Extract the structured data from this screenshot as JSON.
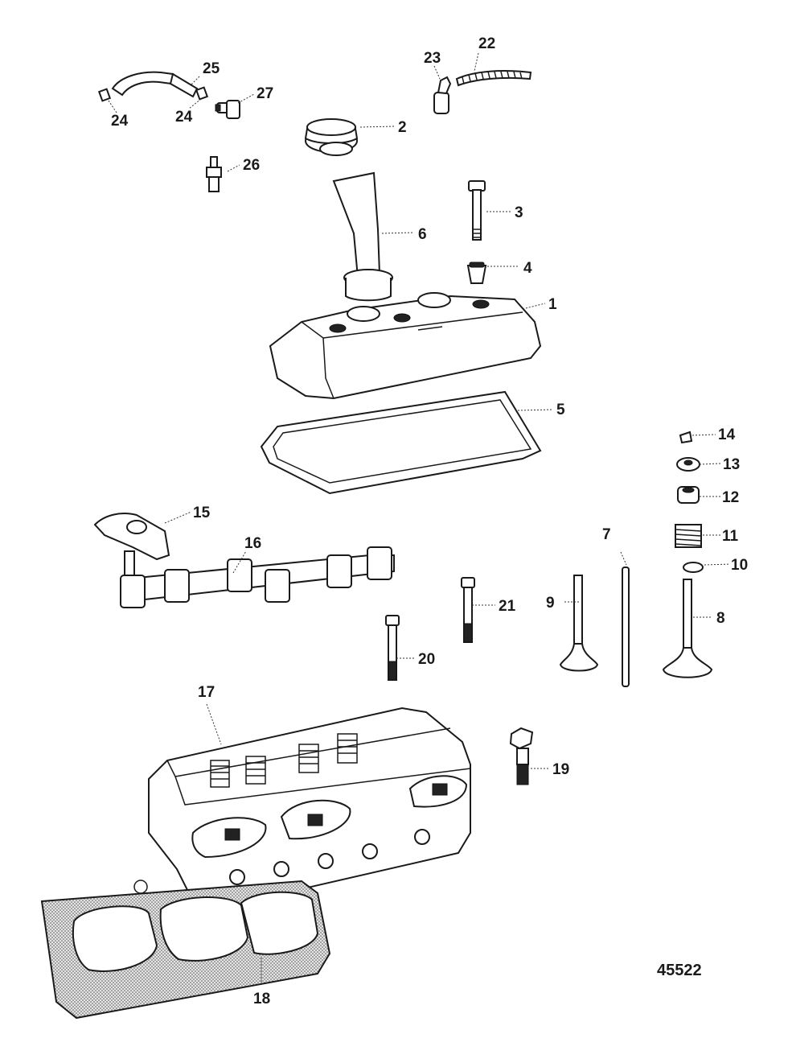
{
  "figure_id": "45522",
  "callouts": [
    {
      "n": "1"
    },
    {
      "n": "2"
    },
    {
      "n": "3"
    },
    {
      "n": "4"
    },
    {
      "n": "5"
    },
    {
      "n": "6"
    },
    {
      "n": "7"
    },
    {
      "n": "8"
    },
    {
      "n": "9"
    },
    {
      "n": "10"
    },
    {
      "n": "11"
    },
    {
      "n": "12"
    },
    {
      "n": "13"
    },
    {
      "n": "14"
    },
    {
      "n": "15"
    },
    {
      "n": "16"
    },
    {
      "n": "17"
    },
    {
      "n": "18"
    },
    {
      "n": "19"
    },
    {
      "n": "20"
    },
    {
      "n": "21"
    },
    {
      "n": "22"
    },
    {
      "n": "23"
    },
    {
      "n": "24"
    },
    {
      "n": "24"
    },
    {
      "n": "25"
    },
    {
      "n": "26"
    },
    {
      "n": "27"
    }
  ]
}
